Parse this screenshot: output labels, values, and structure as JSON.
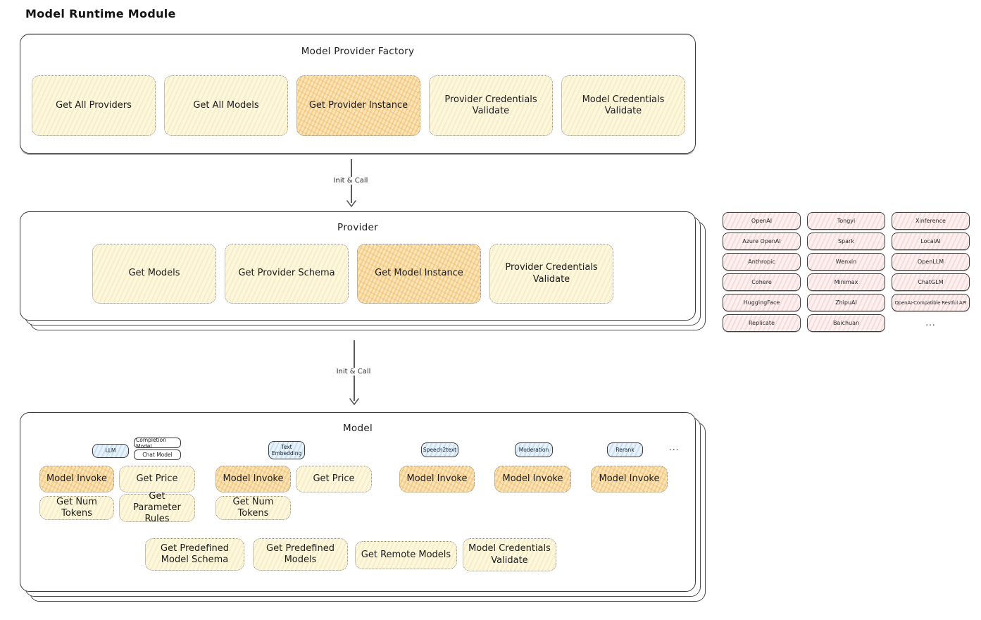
{
  "page": {
    "title": "Model Runtime Module"
  },
  "colors": {
    "panel_border": "#3c3c3c",
    "function_box_fill": "#fdf7de",
    "function_box_highlight": "#f5c87e",
    "provider_chip_fill": "#fdf0f0",
    "type_pill_fill": "#e7f2fb",
    "text": "#1f1f1f"
  },
  "arrows": {
    "arrow1_label": "Init & Call",
    "arrow2_label": "Init & Call"
  },
  "factory": {
    "title": "Model Provider Factory",
    "boxes": [
      {
        "label": "Get All Providers",
        "highlighted": false
      },
      {
        "label": "Get All Models",
        "highlighted": false
      },
      {
        "label": "Get Provider Instance",
        "highlighted": true
      },
      {
        "label": "Provider Credentials Validate",
        "highlighted": false
      },
      {
        "label": "Model Credentials Validate",
        "highlighted": false
      }
    ]
  },
  "provider": {
    "title": "Provider",
    "boxes": [
      {
        "label": "Get Models",
        "highlighted": false
      },
      {
        "label": "Get Provider Schema",
        "highlighted": false
      },
      {
        "label": "Get Model Instance",
        "highlighted": true
      },
      {
        "label": "Provider Credentials Validate",
        "highlighted": false
      }
    ]
  },
  "providers_grid": {
    "col1": [
      "OpenAI",
      "Azure OpenAI",
      "Anthropic",
      "Cohere",
      "HuggingFace",
      "Replicate"
    ],
    "col2": [
      "Tongyi",
      "Spark",
      "Wenxin",
      "Minimax",
      "ZhipuAI",
      "Baichuan"
    ],
    "col3": [
      "Xinference",
      "LocalAI",
      "OpenLLM",
      "ChatGLM",
      "OpenAI-Compatible Restful API"
    ],
    "more": "..."
  },
  "model": {
    "title": "Model",
    "types": {
      "llm": "LLM",
      "completion": "Completion Model",
      "chat": "Chat Model",
      "text_embedding": "Text Embedding",
      "speech2text": "Speech2text",
      "moderation": "Moderation",
      "rerank": "Rerank",
      "more": "..."
    },
    "functions": {
      "model_invoke": "Model Invoke",
      "get_price": "Get Price",
      "get_num_tokens": "Get Num Tokens",
      "get_parameter_rules": "Get Parameter Rules",
      "get_predefined_model_schema": "Get Predefined Model Schema",
      "get_predefined_models": "Get Predefined Models",
      "get_remote_models": "Get Remote Models",
      "model_credentials_validate": "Model Credentials Validate"
    }
  }
}
